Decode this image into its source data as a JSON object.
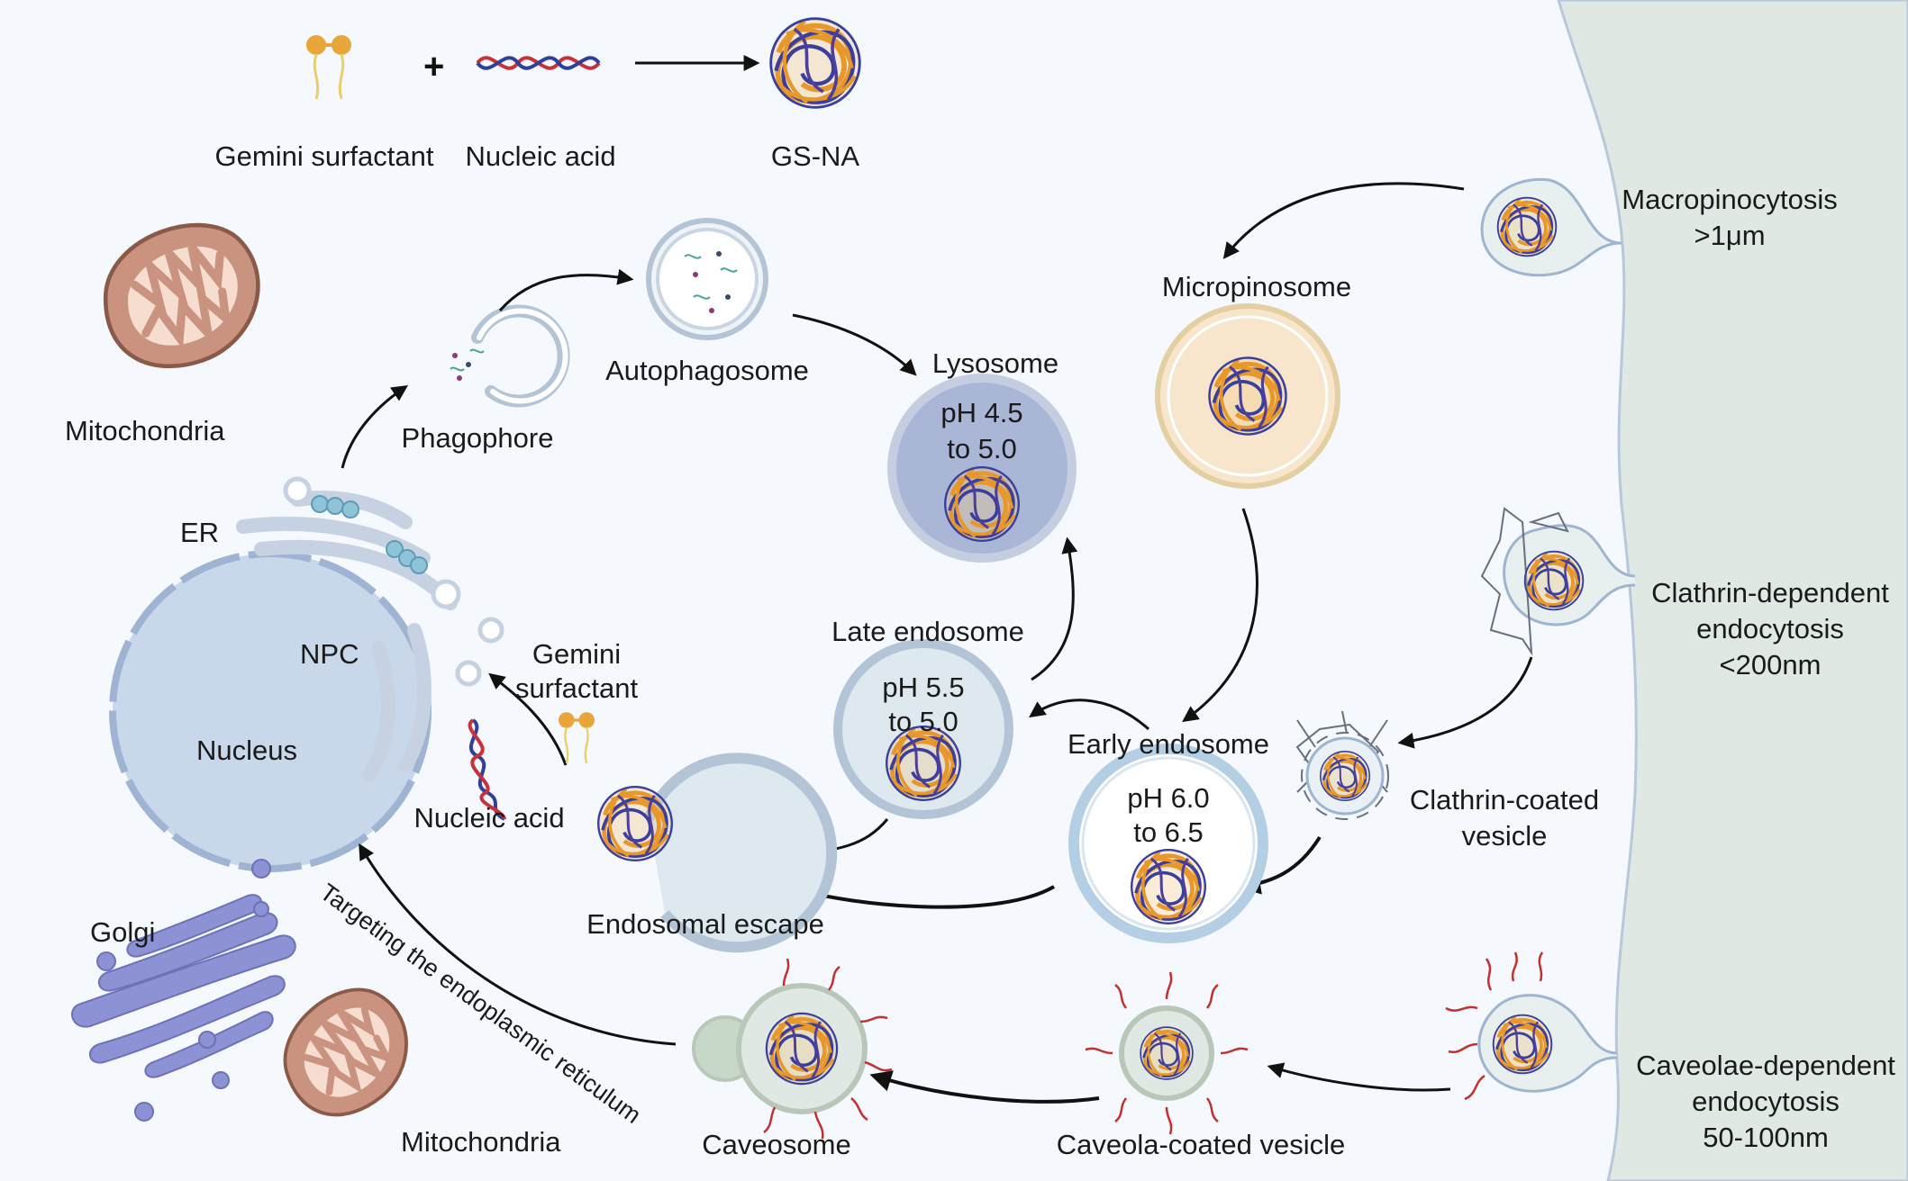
{
  "legend": {
    "gemini_surfactant": "Gemini surfactant",
    "nucleic_acid": "Nucleic acid",
    "gs_na": "GS-NA",
    "plus": "+"
  },
  "pathways": {
    "macropinocytosis": {
      "name": "Macropinocytosis",
      "size": ">1μm"
    },
    "clathrin": {
      "name": "Clathrin-dependent",
      "name2": "endocytosis",
      "size": "<200nm"
    },
    "caveolae": {
      "name": "Caveolae-dependent",
      "name2": "endocytosis",
      "size": "50-100nm"
    }
  },
  "compartments": {
    "micropinosome": "Micropinosome",
    "clathrin_vesicle": {
      "line1": "Clathrin-coated",
      "line2": "vesicle"
    },
    "early_endosome": {
      "name": "Early endosome",
      "ph1": "pH 6.0",
      "ph2": "to 6.5"
    },
    "late_endosome": {
      "name": "Late endosome",
      "ph1": "pH 5.5",
      "ph2": "to 5.0"
    },
    "lysosome": {
      "name": "Lysosome",
      "ph1": "pH 4.5",
      "ph2": "to 5.0"
    },
    "autophagosome": "Autophagosome",
    "phagophore": "Phagophore",
    "endosomal_escape": "Endosomal escape",
    "caveola_vesicle": "Caveola-coated vesicle",
    "caveosome": "Caveosome"
  },
  "organelles": {
    "mitochondria_top": "Mitochondria",
    "mitochondria_bottom": "Mitochondria",
    "er": "ER",
    "npc": "NPC",
    "nucleus": "Nucleus",
    "golgi": "Golgi"
  },
  "released": {
    "gemini_line1": "Gemini",
    "gemini_line2": "surfactant",
    "nucleic_acid": "Nucleic acid"
  },
  "er_targeting": "Targeting the endoplasmic reticulum",
  "colors": {
    "background": "#f5f8fc",
    "membrane": "#dfe8e3",
    "surfactant": "#e8a63a",
    "na_red": "#c8313a",
    "na_blue": "#2e3f9c",
    "nucleus": "#c9d7ea",
    "lysosome": "#a9b6d6",
    "micropinosome": "#f7e6cc",
    "mitochondria": "#c99380",
    "golgi": "#8d92d4",
    "caveolin": "#c23030"
  }
}
